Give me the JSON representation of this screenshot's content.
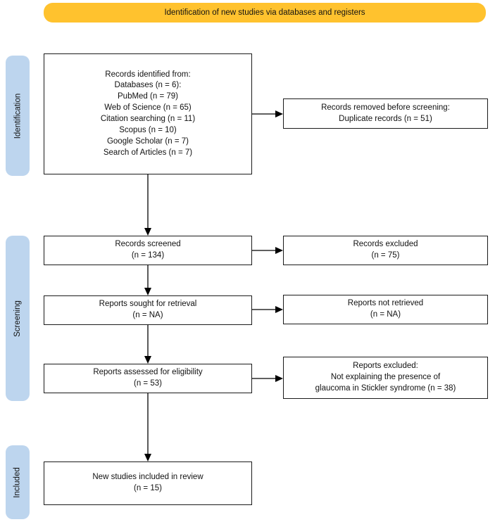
{
  "banner": {
    "label": "Identification of new studies via databases and registers",
    "color": "#FFC22E"
  },
  "sidebar": {
    "color": "#BDD5EE",
    "items": [
      {
        "label": "Identification"
      },
      {
        "label": "Screening"
      },
      {
        "label": "Included"
      }
    ]
  },
  "flow": {
    "main_boxes": [
      {
        "text": "Records identified from:\nDatabases (n = 6):\nPubMed (n = 79)\nWeb of Science (n = 65)\nCitation searching (n = 11)\nScopus (n = 10)\nGoogle Scholar (n = 7)\nSearch of Articles (n = 7)"
      },
      {
        "text": "Records screened\n(n = 134)"
      },
      {
        "text": "Reports sought for retrieval\n(n = NA)"
      },
      {
        "text": "Reports assessed for eligibility\n(n = 53)"
      },
      {
        "text": "New studies included in review\n(n = 15)"
      }
    ],
    "side_boxes": [
      {
        "text": "Records removed before screening:\nDuplicate records (n = 51)"
      },
      {
        "text": "Records excluded\n(n = 75)"
      },
      {
        "text": "Reports not retrieved\n(n = NA)"
      },
      {
        "text": "Reports excluded:\nNot explaining the presence of\nglaucoma in Stickler syndrome (n = 38)"
      }
    ]
  },
  "colors": {
    "box_border": "#1A1A1A",
    "arrow": "#000000",
    "text": "#111111"
  }
}
